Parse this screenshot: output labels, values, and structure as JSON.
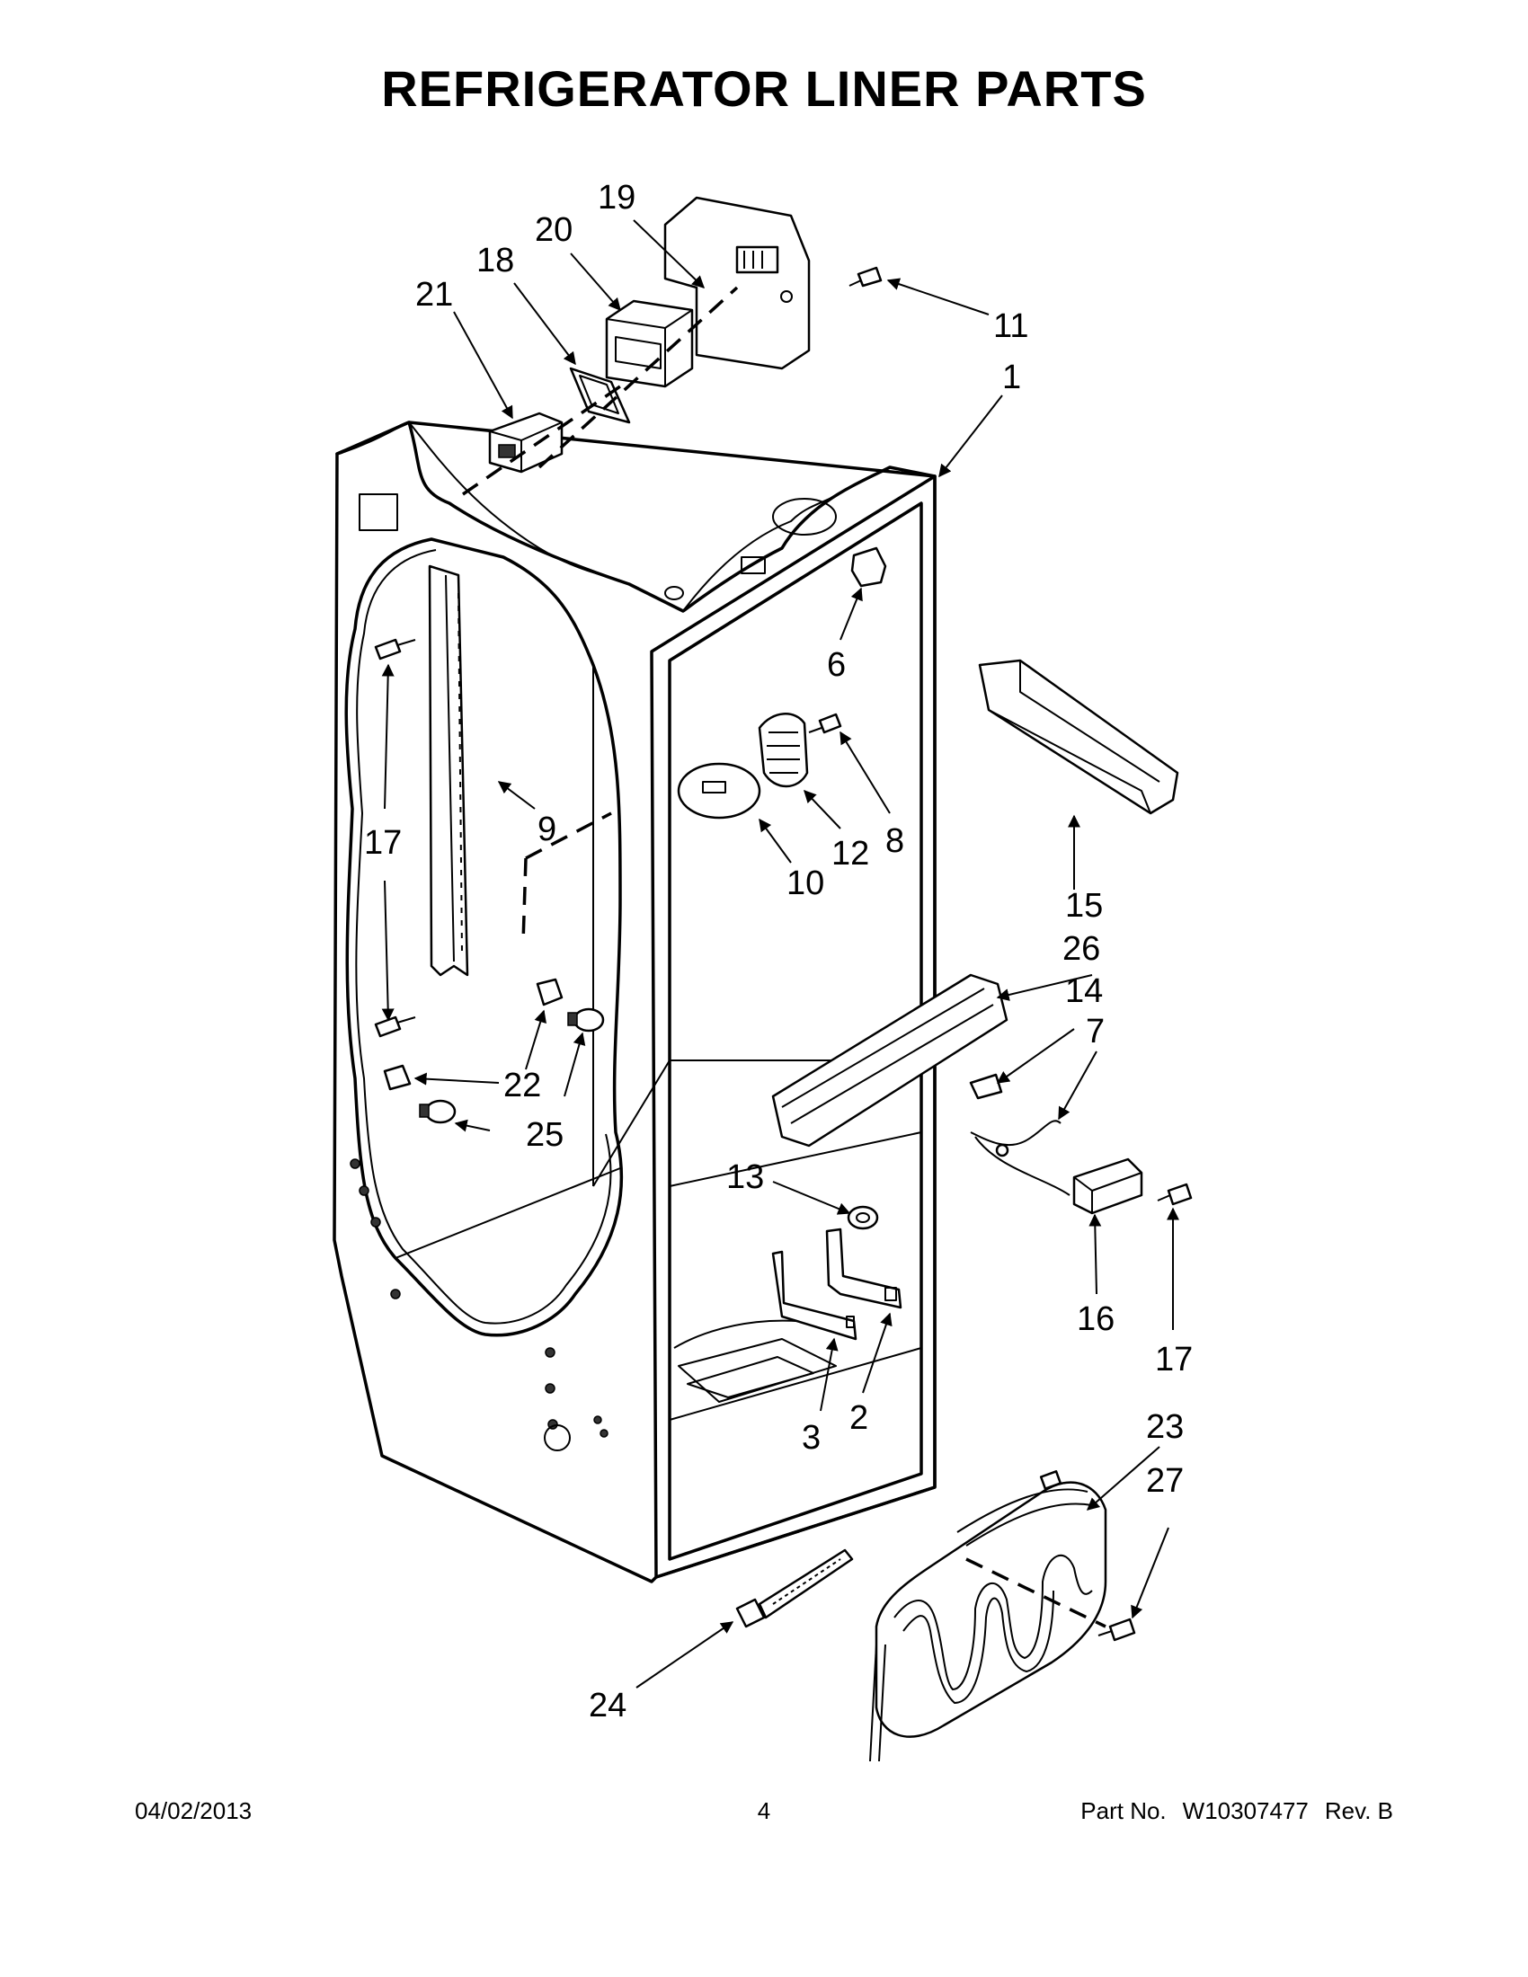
{
  "title": "REFRIGERATOR LINER PARTS",
  "callouts": {
    "c1": "1",
    "c2": "2",
    "c3": "3",
    "c6": "6",
    "c7": "7",
    "c8": "8",
    "c9": "9",
    "c10": "10",
    "c11": "11",
    "c12": "12",
    "c13": "13",
    "c14": "14",
    "c15": "15",
    "c16": "16",
    "c17a": "17",
    "c17b": "17",
    "c18": "18",
    "c19": "19",
    "c20": "20",
    "c21": "21",
    "c22": "22",
    "c23": "23",
    "c24": "24",
    "c25": "25",
    "c26": "26",
    "c27": "27"
  },
  "footer": {
    "date": "04/02/2013",
    "page": "4",
    "part_label": "Part No.",
    "part_number": "W10307477",
    "revision": "Rev.  B"
  }
}
